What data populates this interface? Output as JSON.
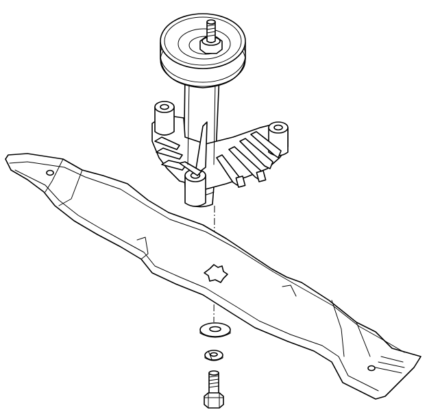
{
  "diagram": {
    "parts": [
      {
        "id": "spindle-assembly",
        "icon": "spindle-pulley-icon"
      },
      {
        "id": "mower-blade",
        "icon": "blade-icon"
      },
      {
        "id": "flat-washer",
        "icon": "washer-icon"
      },
      {
        "id": "lock-washer",
        "icon": "lock-washer-icon"
      },
      {
        "id": "hex-bolt",
        "icon": "bolt-icon"
      }
    ],
    "colors": {
      "line": "#000000",
      "background": "#ffffff"
    }
  }
}
